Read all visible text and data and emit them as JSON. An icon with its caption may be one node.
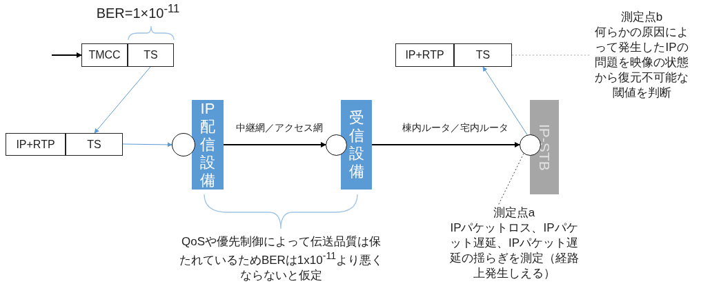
{
  "diagram": {
    "nodes": [
      {
        "text": [
          "TMCC"
        ]
      },
      {
        "text": [
          "TS"
        ]
      },
      {
        "text": [
          "IP+RTP"
        ]
      },
      {
        "text": [
          "TS"
        ]
      },
      {
        "text": [],
        "shape": "circle"
      },
      {
        "text": [
          "IP配信設備"
        ]
      },
      {
        "text": [],
        "shape": "circle"
      },
      {
        "text": [
          "受信設備"
        ]
      },
      {
        "text": [],
        "shape": "circle"
      },
      {
        "text": [
          "IP-STB"
        ]
      },
      {
        "text": [
          "IP+RTP"
        ]
      },
      {
        "text": [
          "TS"
        ]
      },
      {
        "text": [
          "測定点b",
          "何らかの原因によって発生したIPの問題を映像の状態から復元不可能な閾値を判断"
        ]
      },
      {
        "text": [
          "測定点a",
          "IPパケットロス、IPパケット遅延、IPパケット遅延の揺らぎを測定（経路上発生しえる）"
        ]
      }
    ],
    "edges": [
      {
        "from": null,
        "to": 0,
        "arrow": "to"
      },
      {
        "from": 1,
        "to": 3,
        "arrow": "to",
        "color": "#5b9bd5"
      },
      {
        "from": 3,
        "to": 4,
        "arrow": "to",
        "color": "#5b9bd5"
      },
      {
        "from": 5,
        "to": 6,
        "arrow": "to",
        "label": "中継網／アクセス網"
      },
      {
        "from": 7,
        "to": 8,
        "arrow": "to",
        "label": "棟内ルータ／宅内ルータ"
      },
      {
        "from": 8,
        "to": 11,
        "arrow": "to",
        "color": "#5b9bd5"
      },
      {
        "from": 11,
        "to": 12,
        "arrow": "none",
        "style": "dashed",
        "color": "#a6a6a6"
      },
      {
        "from": 8,
        "to": 13,
        "arrow": "none",
        "style": "dashed",
        "color": "#404040"
      }
    ],
    "labels": [
      "BER=1×10$^{-11}$",
      "QoSや優先制御によって伝送品質は保たれているためBERは1x10$^{-11}$より悪くならないと仮定"
    ]
  }
}
